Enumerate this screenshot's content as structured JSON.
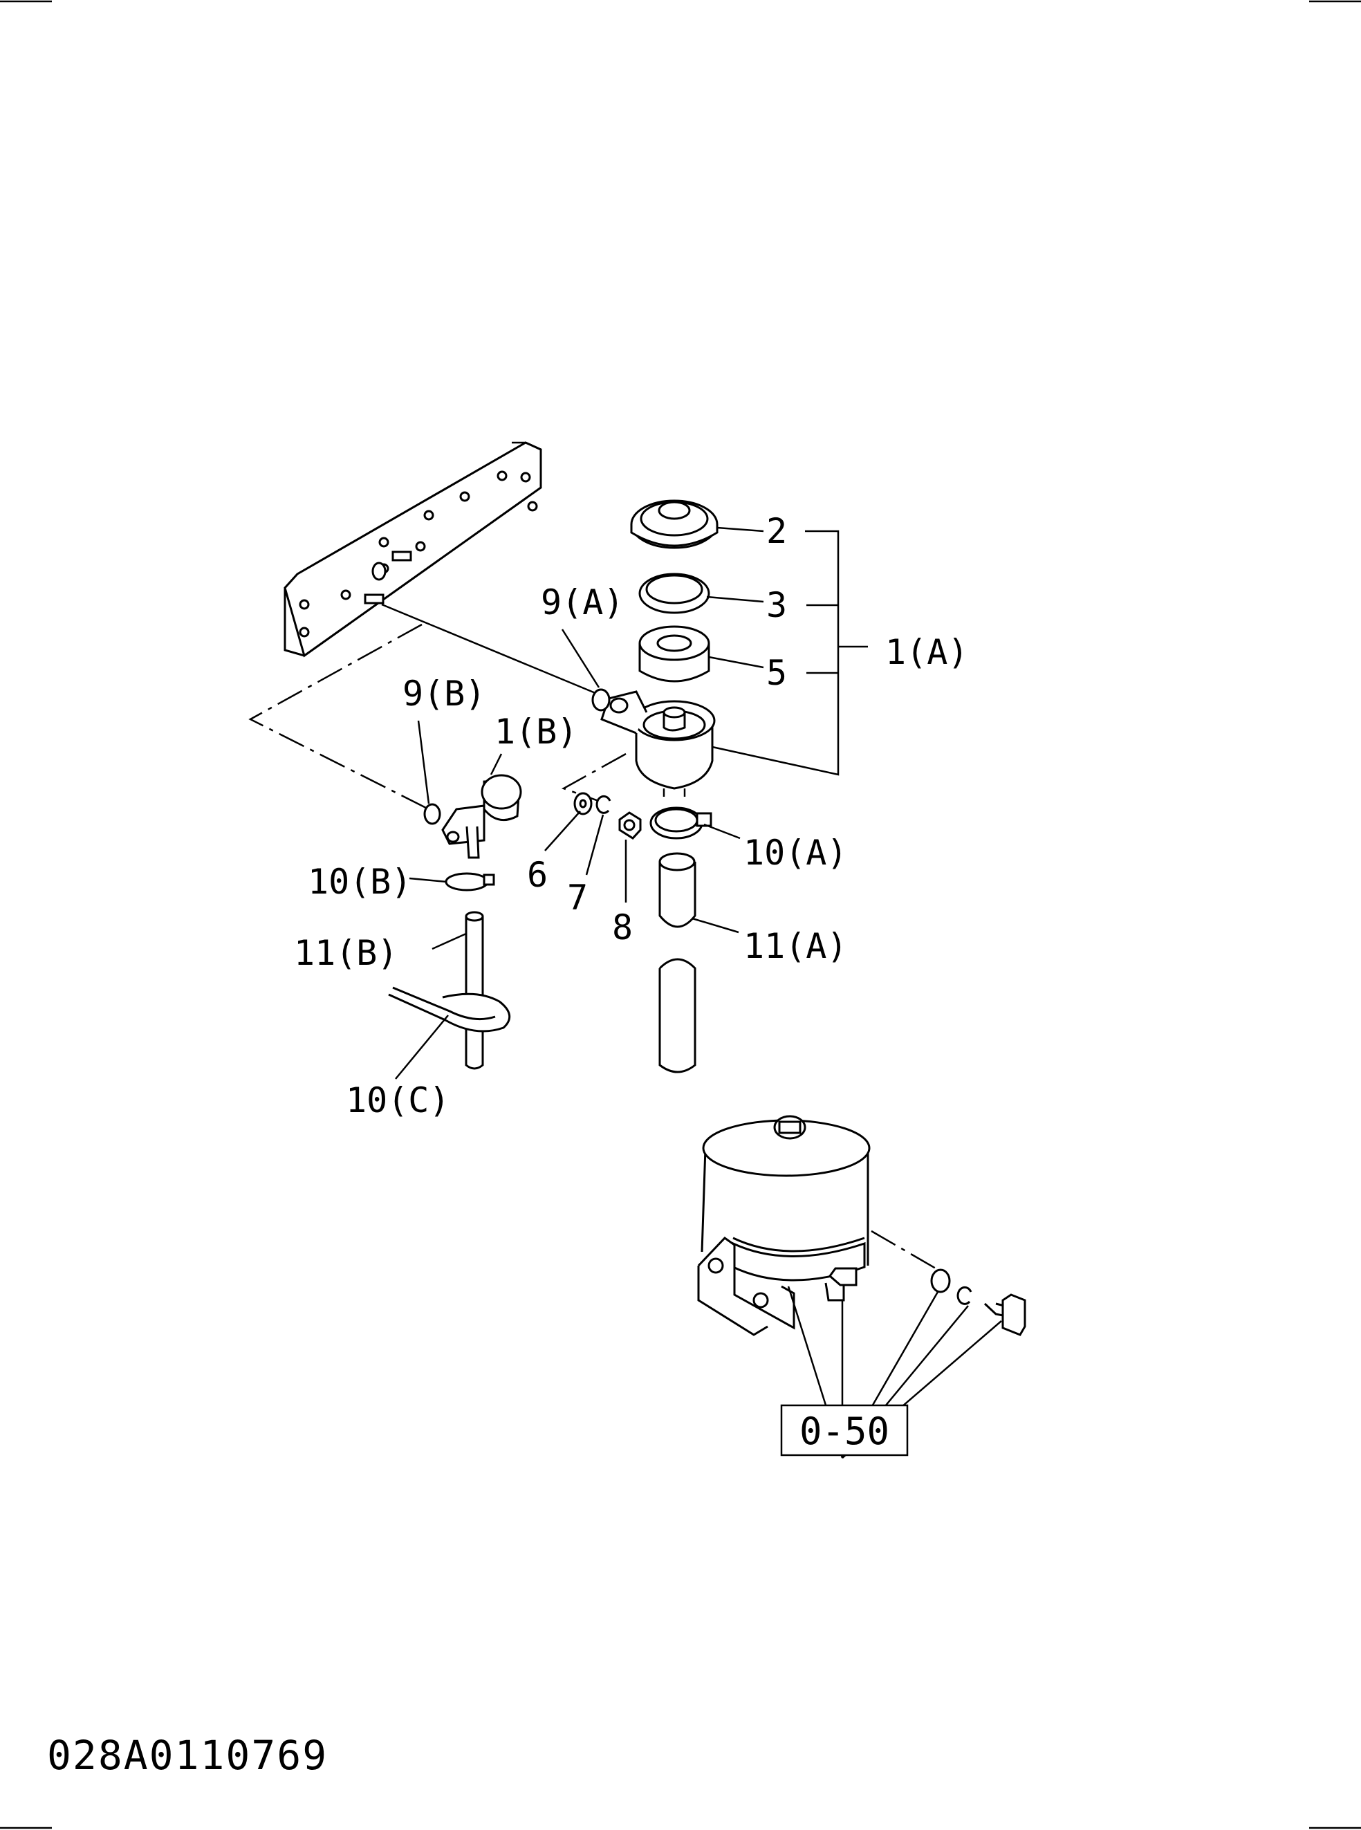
{
  "callouts": {
    "p2": "2",
    "p3": "3",
    "p5": "5",
    "p1a": "1(A)",
    "p9a": "9(A)",
    "p9b": "9(B)",
    "p1b": "1(B)",
    "p6": "6",
    "p7": "7",
    "p8": "8",
    "p10a": "10(A)",
    "p10b": "10(B)",
    "p11a": "11(A)",
    "p11b": "11(B)",
    "p10c": "10(C)"
  },
  "reference_box": "0-50",
  "document_code": "028A0110769"
}
